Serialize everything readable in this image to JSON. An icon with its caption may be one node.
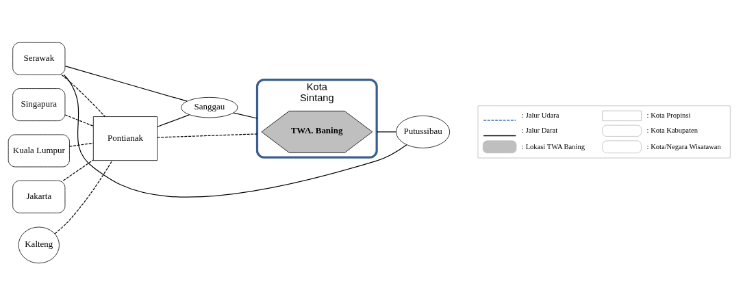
{
  "diagram": {
    "nodes": [
      {
        "text": [
          "Singapura"
        ]
      },
      {
        "text": [
          "Kuala Lumpur"
        ]
      },
      {
        "text": [
          "Serawak"
        ]
      },
      {
        "text": [
          "Pontianak"
        ]
      },
      {
        "text": [
          "Sanggau"
        ]
      },
      {
        "text": [
          "Kota",
          "Sintang"
        ]
      },
      {
        "text": [
          "TWA. Baning"
        ],
        "in": 5
      },
      {
        "text": [
          "Putussibau"
        ]
      },
      {
        "text": [
          "Jakarta"
        ]
      },
      {
        "text": [
          "Kalteng"
        ]
      }
    ],
    "edges": [
      {
        "from": 0,
        "to": 3,
        "arrow": "none",
        "style": "dashed"
      },
      {
        "from": 1,
        "to": 3,
        "arrow": "none",
        "style": "dashed"
      },
      {
        "from": 2,
        "to": 3,
        "arrow": "none",
        "style": "dashed"
      },
      {
        "from": 2,
        "to": 4,
        "arrow": "none"
      },
      {
        "from": 3,
        "to": 4,
        "arrow": "none"
      },
      {
        "from": 4,
        "to": 5,
        "arrow": "none"
      },
      {
        "from": 3,
        "to": 5,
        "arrow": "none",
        "style": "dashed"
      },
      {
        "from": 5,
        "to": 7,
        "arrow": "none"
      },
      {
        "from": 7,
        "to": 2,
        "arrow": "none"
      },
      {
        "from": 8,
        "to": 3,
        "arrow": "none",
        "style": "dashed"
      },
      {
        "from": 9,
        "to": 3,
        "arrow": "none",
        "style": "dashed"
      }
    ],
    "legend": [
      {
        "text": ": Jalur Udara"
      },
      {
        "text": ": Jalur Darat"
      },
      {
        "text": ": Lokasi TWA Baning"
      },
      {
        "text": ": Kota Propinsi"
      },
      {
        "text": ": Kota Kabupaten"
      },
      {
        "text": ": Kota/Negara Wisatawan"
      }
    ]
  }
}
